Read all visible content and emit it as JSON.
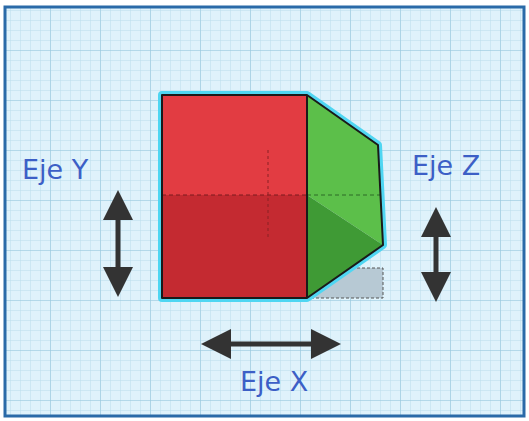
{
  "diagram": {
    "labels": [
      "Eje Y",
      "Eje Z",
      "Eje X"
    ]
  }
}
